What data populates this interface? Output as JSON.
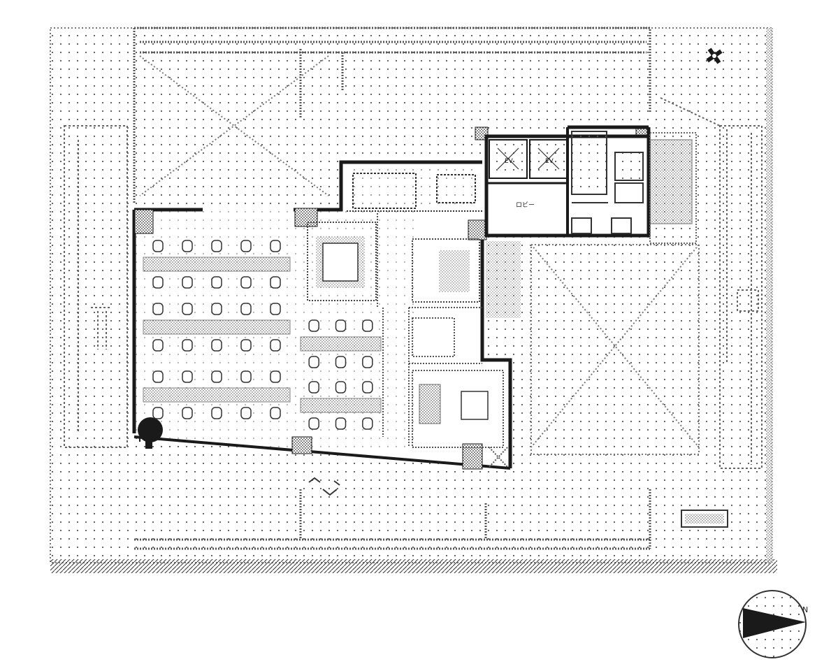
{
  "plan": {
    "labels": {
      "elevator_a": "EV",
      "elevator_b": "EV",
      "lobby": "ロビー",
      "north_mark": "N"
    }
  },
  "colors": {
    "ink": "#1a1a1a",
    "paper": "#ffffff",
    "dot": "#555555"
  }
}
